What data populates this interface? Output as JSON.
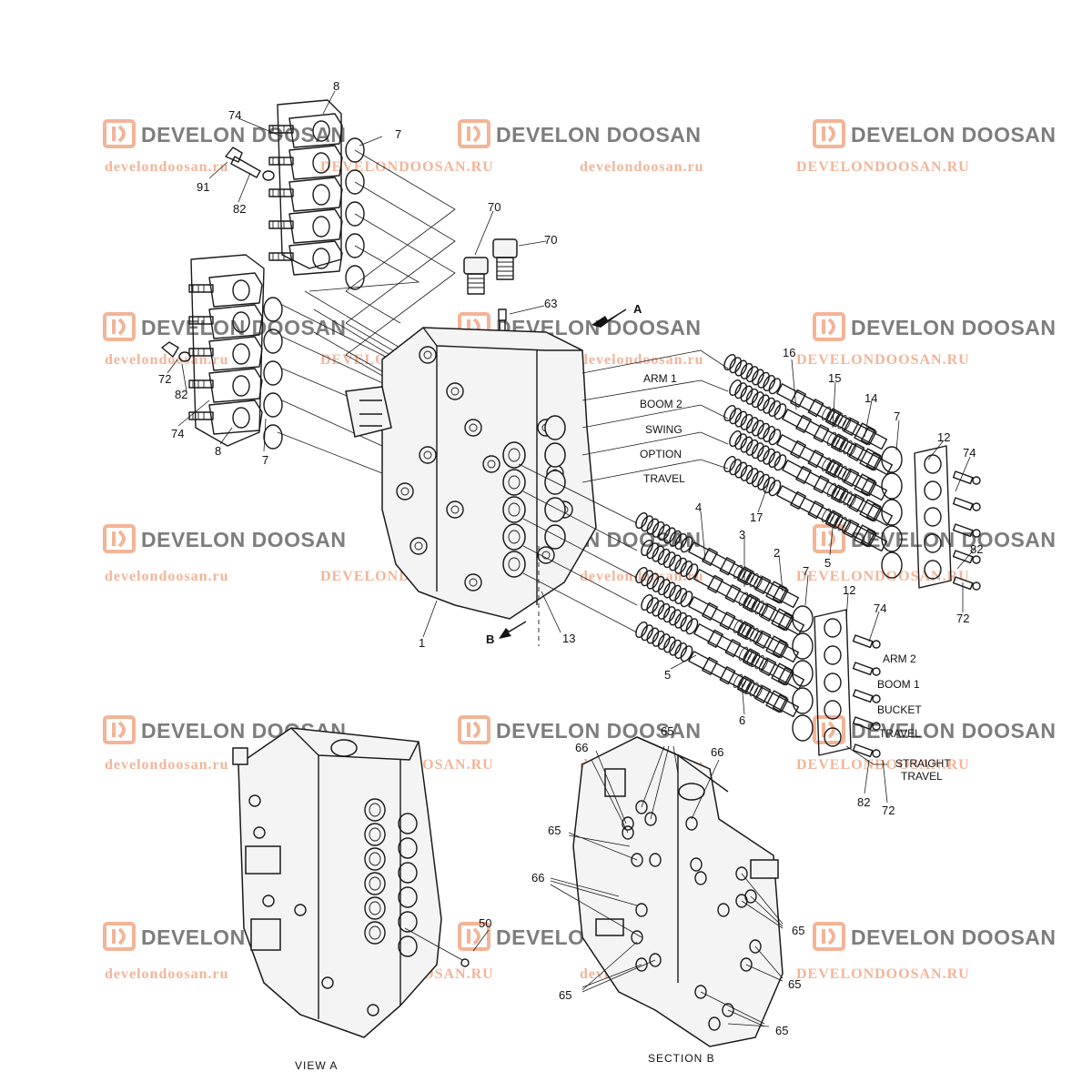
{
  "watermark": {
    "brand": "DEVELON DOOSAN",
    "url_lower": "develondoosan.ru",
    "url_upper": "DEVELONDOOSAN.RU",
    "brand_color": "#595959",
    "logo_color": "#f0a07a",
    "url_color": "#f0a07a"
  },
  "part_numbers": {
    "p8a": "8",
    "p74a": "74",
    "p7a": "7",
    "p91": "91",
    "p82a": "82",
    "p70a": "70",
    "p70b": "70",
    "p63": "63",
    "p72a": "72",
    "p82b": "82",
    "p74b": "74",
    "p8b": "8",
    "p7b": "7",
    "p1": "1",
    "p13": "13",
    "p16": "16",
    "p15": "15",
    "p14": "14",
    "p7c": "7",
    "p12a": "12",
    "p74c": "74",
    "p17": "17",
    "p5a": "5",
    "p82c": "82",
    "p72b": "72",
    "p4": "4",
    "p3": "3",
    "p2": "2",
    "p7d": "7",
    "p12b": "12",
    "p74d": "74",
    "p5b": "5",
    "p6": "6",
    "p82d": "82",
    "p72c": "72",
    "p65a": "65",
    "p66a": "66",
    "p66b": "66",
    "p65b": "65",
    "p66c": "66",
    "p65c": "65",
    "p65d": "65",
    "p65e": "65",
    "p65f": "65",
    "p50": "50"
  },
  "arrows": {
    "a": "A",
    "b": "B"
  },
  "function_labels": {
    "arm1": "ARM 1",
    "boom2": "BOOM 2",
    "swing": "SWING",
    "option": "OPTION",
    "travel": "TRAVEL",
    "arm2": "ARM 2",
    "boom1": "BOOM 1",
    "bucket": "BUCKET",
    "travel2": "TRAVEL",
    "straight": "STRAIGHT",
    "straight_travel": "TRAVEL"
  },
  "views": {
    "view_a": "VIEW  A",
    "section_b": "SECTION  B"
  }
}
